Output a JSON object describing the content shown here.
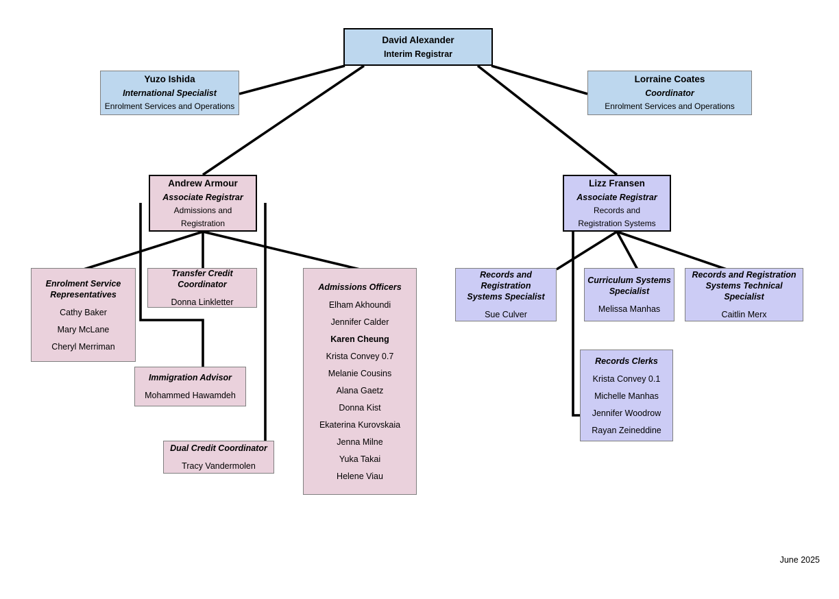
{
  "chart": {
    "kind": "organizational-chart",
    "footer_date": "June  2025",
    "colors": {
      "exec_fill": "#bdd7ee",
      "admissions_fill": "#ead1dc",
      "records_fill": "#ccccf5",
      "heavy_border": "#000000",
      "light_border": "#7f7f7f",
      "background": "#ffffff"
    }
  },
  "nodes": {
    "registrar": {
      "name": "David Alexander",
      "title": "Interim Registrar"
    },
    "international_specialist": {
      "name": "Yuzo Ishida",
      "title": "International Specialist",
      "department": "Enrolment Services and Operations"
    },
    "coordinator": {
      "name": "Lorraine Coates",
      "title": "Coordinator",
      "department": "Enrolment Services and Operations"
    },
    "assoc_admissions": {
      "name": "Andrew Armour",
      "title": "Associate Registrar",
      "department_line1": "Admissions and",
      "department_line2": "Registration"
    },
    "assoc_records": {
      "name": "Lizz Fransen",
      "title": "Associate Registrar",
      "department_line1": "Records and",
      "department_line2": "Registration Systems"
    },
    "enrolment_service_reps": {
      "heading_line1": "Enrolment Service",
      "heading_line2": "Representatives",
      "people": [
        "Cathy Baker",
        "Mary McLane",
        "Cheryl Merriman"
      ]
    },
    "transfer_credit": {
      "heading": "Transfer Credit Coordinator",
      "people": [
        "Donna Linkletter"
      ]
    },
    "immigration_advisor": {
      "heading": "Immigration Advisor",
      "people": [
        "Mohammed Hawamdeh"
      ]
    },
    "dual_credit": {
      "heading": "Dual Credit Coordinator",
      "people": [
        "Tracy Vandermolen"
      ]
    },
    "admissions_officers": {
      "heading": "Admissions Officers",
      "people": [
        {
          "name": "Elham Akhoundi",
          "bold": false
        },
        {
          "name": "Jennifer Calder",
          "bold": false
        },
        {
          "name": "Karen Cheung",
          "bold": true
        },
        {
          "name": "Krista Convey 0.7",
          "bold": false
        },
        {
          "name": "Melanie Cousins",
          "bold": false
        },
        {
          "name": "Alana Gaetz",
          "bold": false
        },
        {
          "name": "Donna Kist",
          "bold": false
        },
        {
          "name": "Ekaterina Kurovskaia",
          "bold": false
        },
        {
          "name": "Jenna Milne",
          "bold": false
        },
        {
          "name": "Yuka Takai",
          "bold": false
        },
        {
          "name": "Helene Viau",
          "bold": false
        }
      ]
    },
    "rr_systems_specialist": {
      "heading_line1": "Records and Registration",
      "heading_line2": "Systems Specialist",
      "people": [
        "Sue Culver"
      ]
    },
    "curriculum_specialist": {
      "heading_line1": "Curriculum Systems",
      "heading_line2": "Specialist",
      "people": [
        "Melissa Manhas"
      ]
    },
    "rr_technical_specialist": {
      "heading_line1": "Records and Registration",
      "heading_line2": "Systems Technical Specialist",
      "people": [
        "Caitlin Merx"
      ]
    },
    "records_clerks": {
      "heading": "Records Clerks",
      "people": [
        "Krista Convey 0.1",
        "Michelle Manhas",
        "Jennifer Woodrow",
        "Rayan Zeineddine"
      ]
    }
  }
}
